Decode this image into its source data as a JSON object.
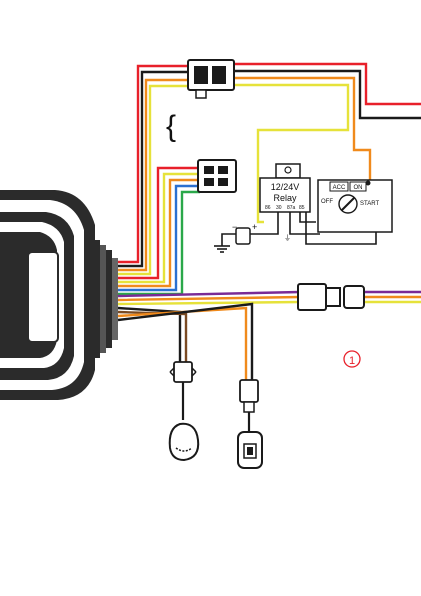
{
  "relay": {
    "voltage_label": "12/24V",
    "name_label": "Relay",
    "pins": [
      "86",
      "30",
      "87a",
      "85"
    ]
  },
  "ignition": {
    "acc_label": "ACC",
    "on_label": "ON",
    "off_label": "OFF",
    "start_label": "START"
  },
  "polarity": {
    "minus": "−",
    "plus": "+"
  },
  "brace_glyph": "{",
  "callout_number": "1",
  "colors": {
    "red": "#e8202a",
    "black": "#1a1a1a",
    "yellow": "#e6e23a",
    "orange": "#f08a1c",
    "green": "#2aa84a",
    "blue": "#2a6fd0",
    "purple": "#7a2a96",
    "brown": "#7a4a22",
    "light_yellow": "#d9e84a",
    "grey": "#888888"
  }
}
